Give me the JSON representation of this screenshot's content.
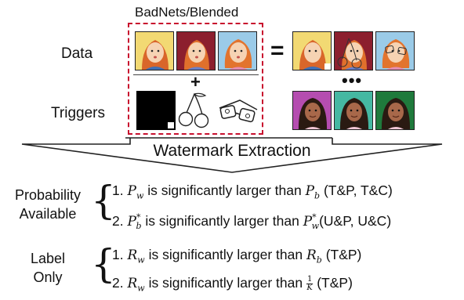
{
  "diagram": {
    "top_label": "BadNets/Blended",
    "row_labels": {
      "data": "Data",
      "triggers": "Triggers"
    },
    "operators": {
      "plus": "+",
      "equals": "=",
      "ellipsis": "•••"
    },
    "arrow_label": "Watermark Extraction",
    "groups": [
      {
        "label_line1": "Probability",
        "label_line2": "Available",
        "items": [
          {
            "number": "1.",
            "lhs": "P",
            "lhs_sub": "w",
            "middle": "is significantly larger than",
            "rhs": "P",
            "rhs_sub": "b",
            "tag": "(T&P, T&C)"
          },
          {
            "number": "2.",
            "lhs": "P",
            "lhs_sub": "b",
            "lhs_sup": "*",
            "middle": "is significantly larger than",
            "rhs": "P",
            "rhs_sub": "w",
            "rhs_sup": "*",
            "tag": "(U&P, U&C)"
          }
        ]
      },
      {
        "label_line1": "Label",
        "label_line2": "Only",
        "items": [
          {
            "number": "1.",
            "lhs": "R",
            "lhs_sub": "w",
            "middle": "is significantly larger than",
            "rhs": "R",
            "rhs_sub": "b",
            "tag": "(T&P)"
          },
          {
            "number": "2.",
            "lhs": "R",
            "lhs_sub": "w",
            "middle": "is significantly larger than",
            "frac_num": "1",
            "frac_den": "K",
            "tag": "(T&P)"
          }
        ]
      }
    ]
  }
}
